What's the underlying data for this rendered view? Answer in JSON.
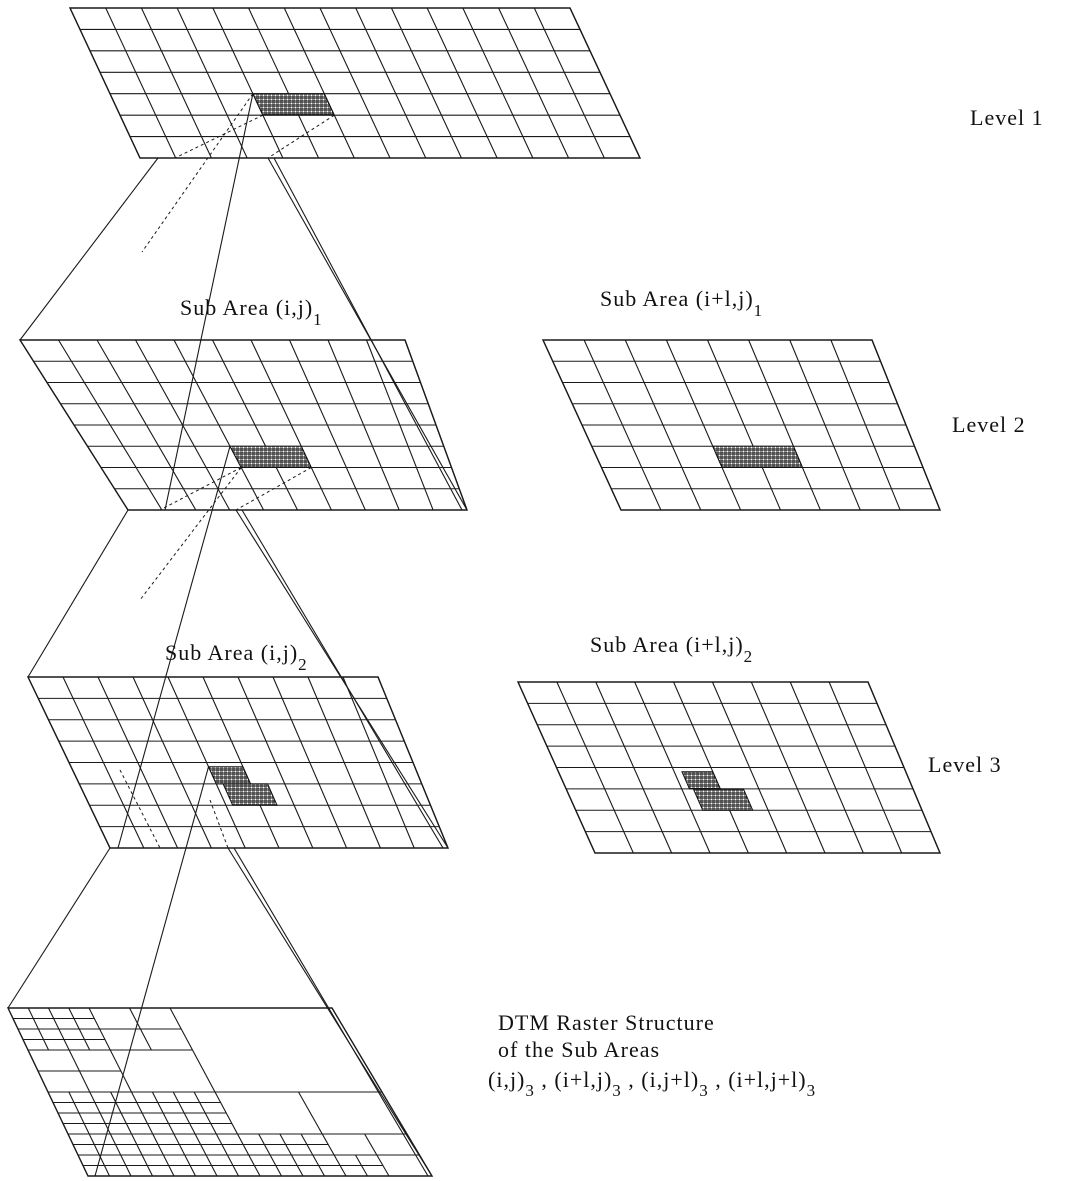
{
  "colors": {
    "ink": "#1a1a1a",
    "paper": "#ffffff"
  },
  "levels": {
    "level1": "Level 1",
    "level2": "Level 2",
    "level3": "Level 3"
  },
  "subareas": {
    "l2_left": {
      "main": "Sub Area (i,j)",
      "sub": "1"
    },
    "l2_right": {
      "main": "Sub Area (i+l,j)",
      "sub": "1"
    },
    "l3_left": {
      "main": "Sub Area (i,j)",
      "sub": "2"
    },
    "l3_right": {
      "main": "Sub Area (i+l,j)",
      "sub": "2"
    }
  },
  "dtm": {
    "line1": "DTM  Raster Structure",
    "line2": "of the Sub Areas",
    "line3": [
      {
        "main": "(i,j)",
        "sub": "3"
      },
      {
        "main": " , (i+l,j)",
        "sub": "3"
      },
      {
        "main": " , (i,j+l)",
        "sub": "3"
      },
      {
        "main": " , (i+l,j+l)",
        "sub": "3"
      }
    ]
  }
}
